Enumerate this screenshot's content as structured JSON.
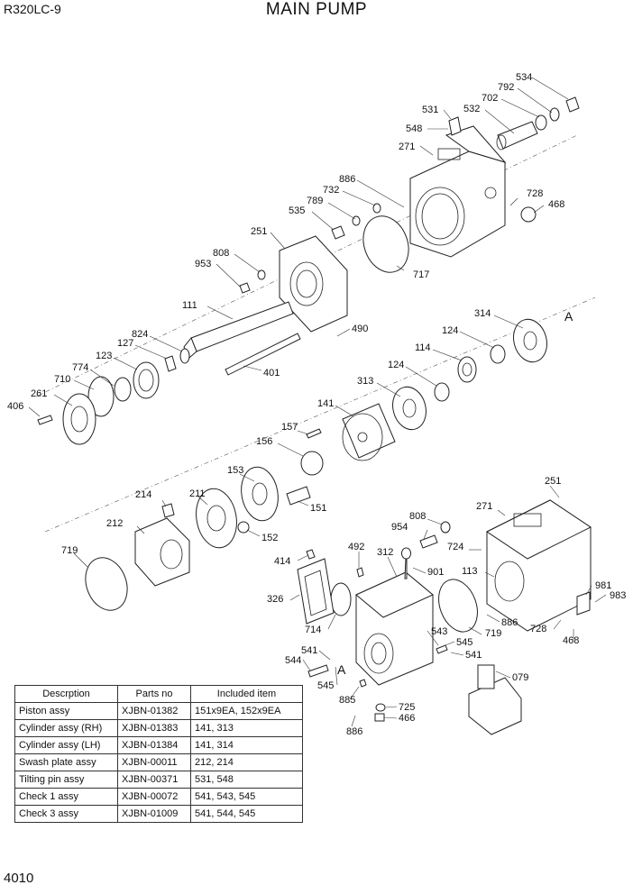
{
  "header": {
    "model": "R320LC-9",
    "title": "MAIN PUMP"
  },
  "page_number": "4010",
  "callouts": [
    "534",
    "792",
    "702",
    "531",
    "532",
    "548",
    "271",
    "886",
    "732",
    "789",
    "728",
    "468",
    "535",
    "251",
    "808",
    "953",
    "717",
    "111",
    "490",
    "824",
    "127",
    "314",
    "A",
    "123",
    "124",
    "114",
    "774",
    "401",
    "124",
    "710",
    "313",
    "261",
    "141",
    "406",
    "157",
    "156",
    "153",
    "214",
    "211",
    "151",
    "212",
    "152",
    "808",
    "954",
    "251",
    "271",
    "492",
    "312",
    "724",
    "719",
    "414",
    "901",
    "113",
    "981",
    "983",
    "326",
    "714",
    "543",
    "545",
    "886",
    "728",
    "468",
    "719",
    "541",
    "544",
    "A",
    "541",
    "545",
    "079",
    "885",
    "725",
    "466",
    "886"
  ],
  "parts_table": {
    "headers": [
      "Descrption",
      "Parts no",
      "Included item"
    ],
    "rows": [
      [
        "Piston assy",
        "XJBN-01382",
        "151x9EA, 152x9EA"
      ],
      [
        "Cylinder assy (RH)",
        "XJBN-01383",
        "141, 313"
      ],
      [
        "Cylinder assy (LH)",
        "XJBN-01384",
        "141, 314"
      ],
      [
        "Swash plate assy",
        "XJBN-00011",
        "212, 214"
      ],
      [
        "Tilting pin assy",
        "XJBN-00371",
        "531, 548"
      ],
      [
        "Check 1 assy",
        "XJBN-00072",
        "541, 543, 545"
      ],
      [
        "Check 3 assy",
        "XJBN-01009",
        "541, 544, 545"
      ]
    ]
  }
}
